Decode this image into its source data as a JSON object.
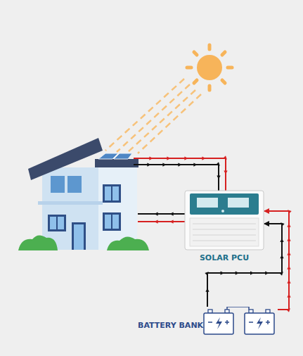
{
  "diagram": {
    "nodes": [
      {
        "text": [
          "SOLAR PCU"
        ]
      },
      {
        "text": [
          "BATTERY BANK"
        ]
      }
    ],
    "edges": [
      {
        "from": 1,
        "to": 0,
        "arrow": "to"
      },
      {
        "from": 1,
        "to": 0,
        "arrow": "to"
      }
    ]
  }
}
